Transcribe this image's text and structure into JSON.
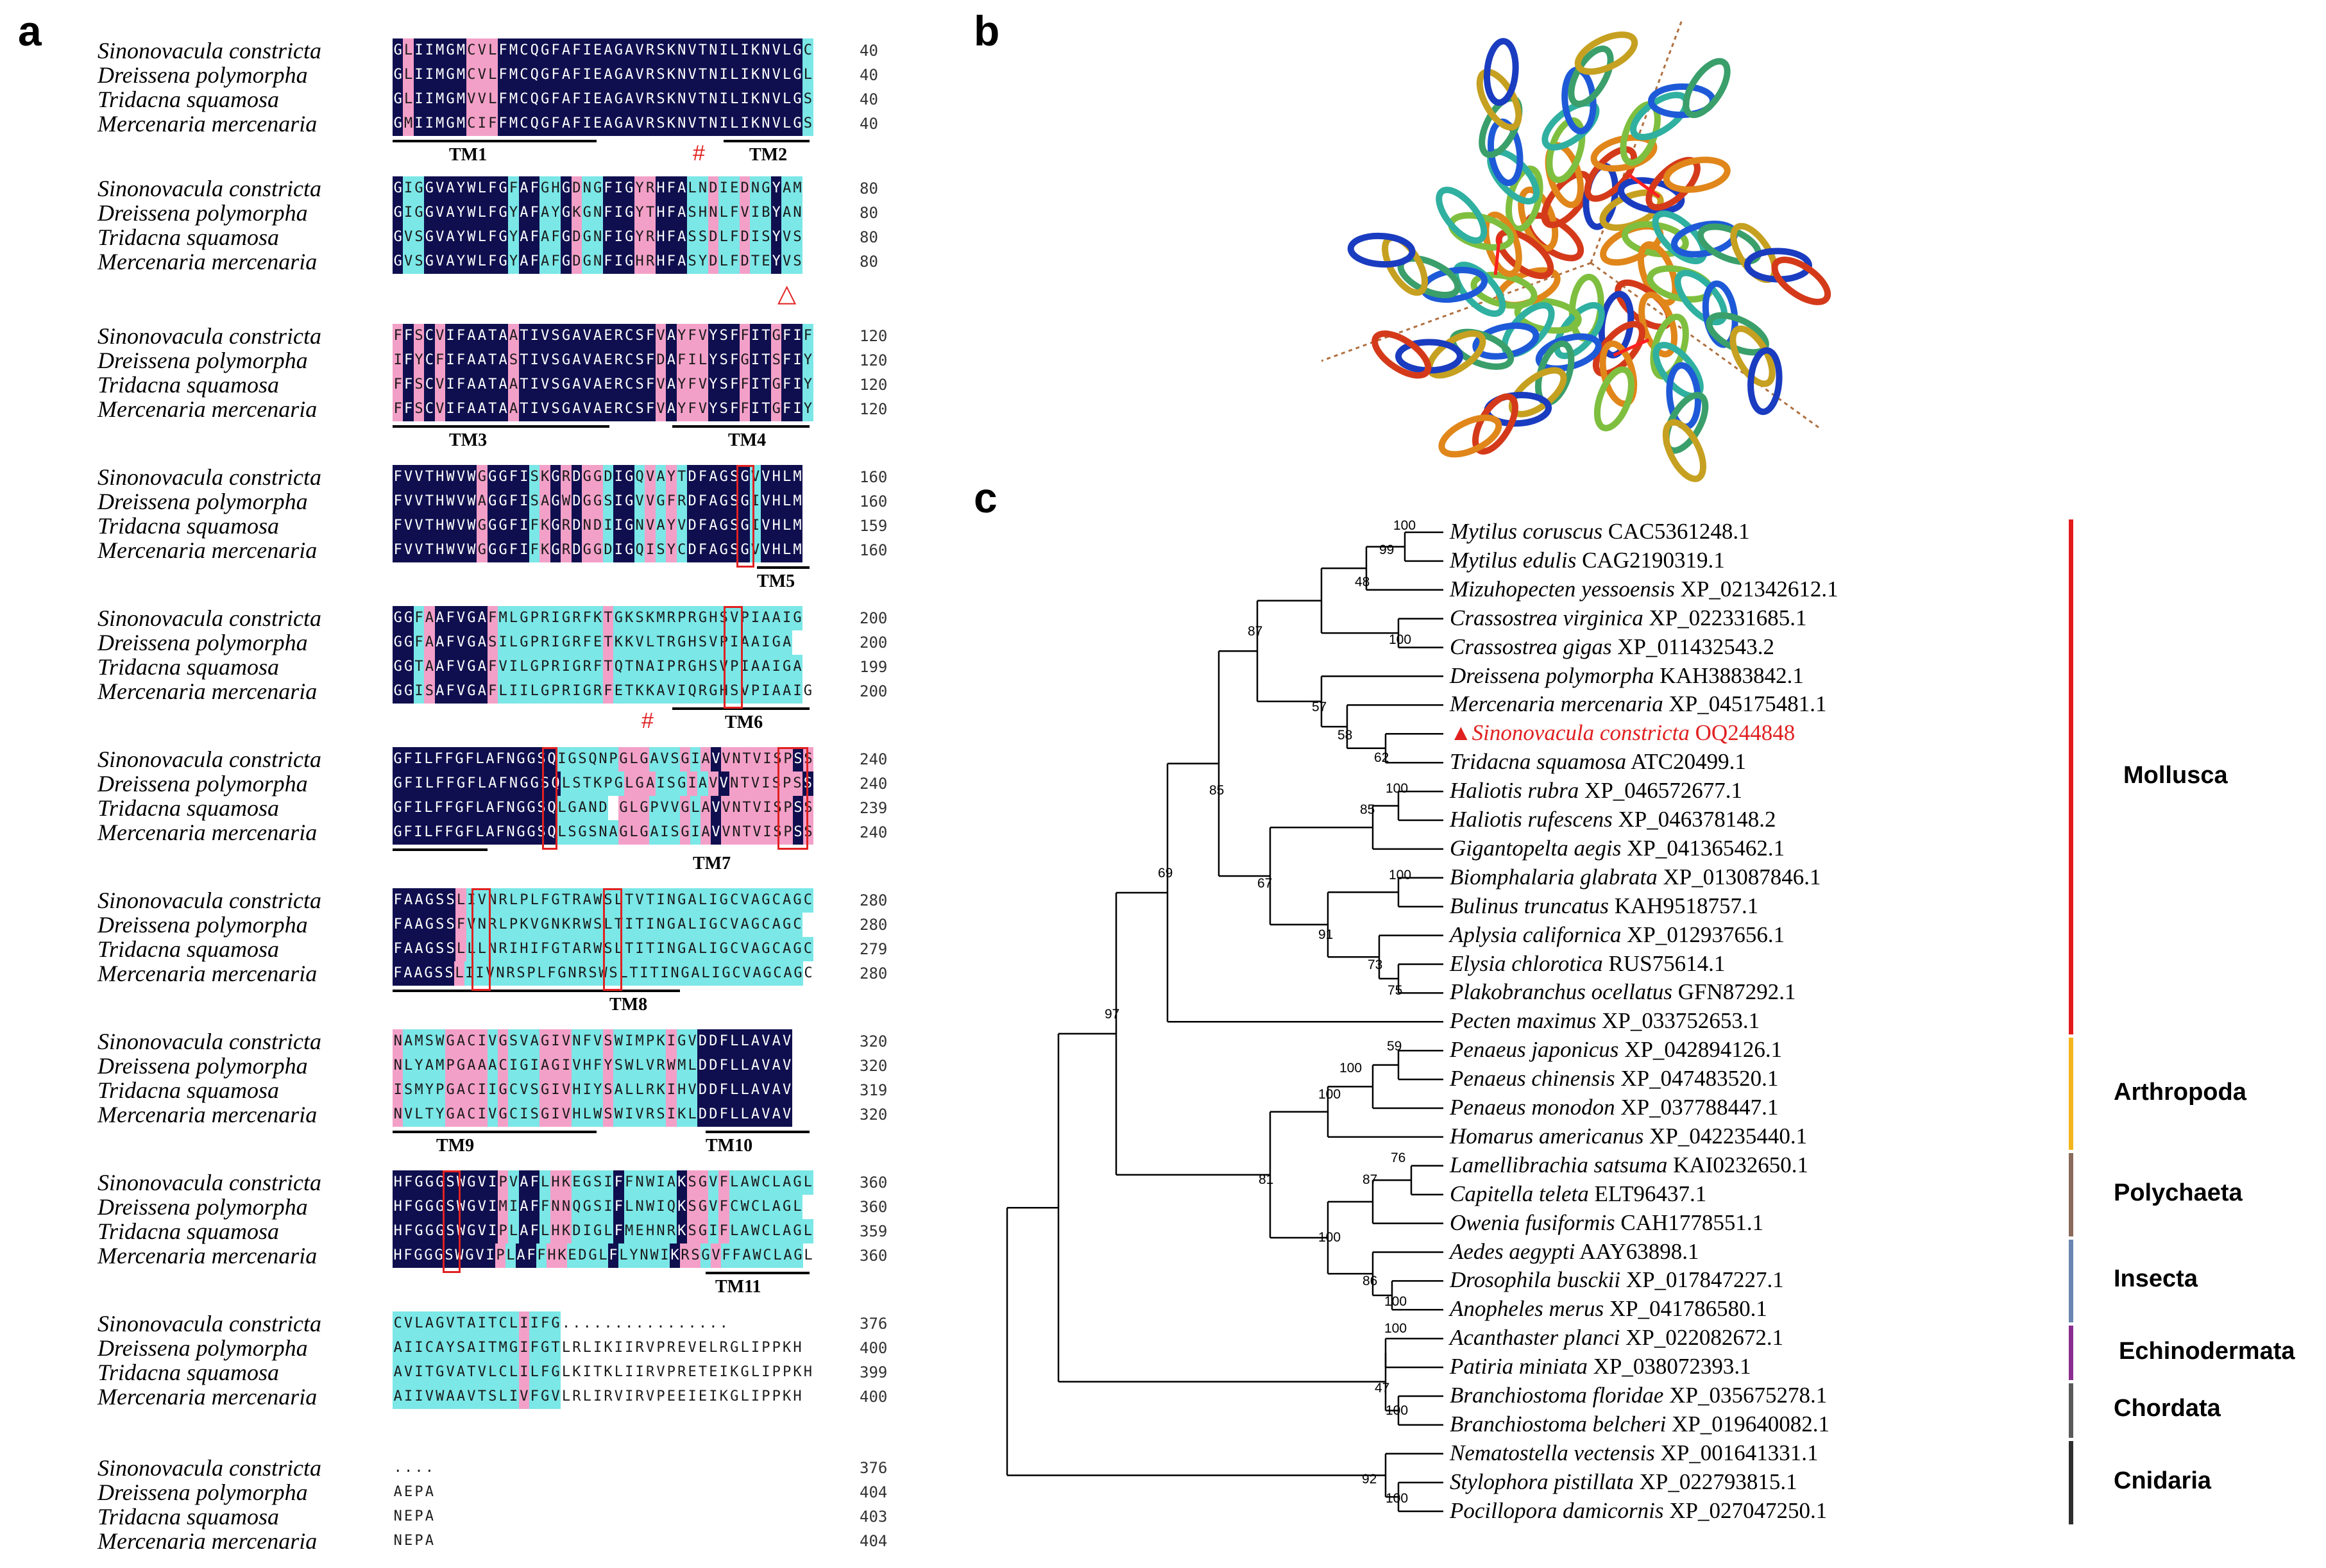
{
  "panels": {
    "a": "a",
    "b": "b",
    "c": "c"
  },
  "alignment": {
    "species": [
      "Sinonovacula constricta",
      "Dreissena polymorpha",
      "Tridacna squamosa",
      "Mercenaria mercenaria"
    ],
    "blocks": [
      {
        "nums": [
          "40",
          "40",
          "40",
          "40"
        ],
        "tm": [
          "TM1",
          "TM2"
        ],
        "marks": [
          "#"
        ],
        "seqs": [
          "GLIIMGMCVLFMCQGFAFIEAGAVRSKNVTNILIKNVLGC",
          "GLIIMGMCVLFMCQGFAFIEAGAVRSKNVTNILIKNVLGL",
          "GLIIMGMVVLFMCQGFAFIEAGAVRSKNVTNILIKNVLGS",
          "GMIIMGMCIFFMCQGFAFIEAGAVRSKNVTNILIKNVLGS"
        ]
      },
      {
        "nums": [
          "80",
          "80",
          "80",
          "80"
        ],
        "tm": [],
        "marks": [
          "△"
        ],
        "seqs": [
          "GIGGVAYWLFGFAFGHGDNGFIGYRHFALNDIEDNGYAM",
          "GIGGVAYWLFGYAFAYGKGNFIGYTHFASHNLFVIBYAN",
          "GVSGVAYWLFGYAFAFGDGNFIGYRHFASSDLFDISYVS",
          "GVSGVAYWLFGYAFAFGDGNFIGHRHFASYDLFDTEYVS"
        ]
      },
      {
        "nums": [
          "120",
          "120",
          "120",
          "120"
        ],
        "tm": [
          "TM3",
          "TM4"
        ],
        "marks": [],
        "seqs": [
          "FFSCVIFAATAATIVSGAVAERCSFVAYFVYSFFITGFIF",
          "IFYCFIFAATASTIVSGAVAERCSFDAFILYSFGITSFIY",
          "FFSCVIFAATAATIVSGAVAERCSFVAYFVYSFFITGFIY",
          "FFSCVIFAATAATIVSGAVAERCSFVAYFVYSFFITGFIY"
        ]
      },
      {
        "nums": [
          "160",
          "160",
          "159",
          "160"
        ],
        "tm": [
          "TM5"
        ],
        "marks": [],
        "seqs": [
          "FVVTHWVWGGGFISKGRDGGDIGQVAYTDFAGSGVVHLM",
          "FVVTHWVWAGGFISAGWDGGSIGVVGFRDFAGSGIVHLM",
          "FVVTHWVWGGGFIFKGRDNDIIGNVAYVDFAGSGIVHLM",
          "FVVTHWVWGGGFIFKGRDGGDIGQISYCDFAGSGVVHLM"
        ]
      },
      {
        "nums": [
          "200",
          "200",
          "199",
          "200"
        ],
        "tm": [
          "TM6"
        ],
        "marks": [
          "#"
        ],
        "seqs": [
          "GGFAAFVGAFMLGPRIGRFKTGKSKMRPRGHSVPIAAIG",
          "GGFAAFVGASILGPRIGRFETKKVLTRGHSVPIAAIGA",
          "GGTAAFVGAFVILGPRIGRFTQTNAIPRGHSVPIAAIGA",
          "GGISAFVGAFLIILGPRIGRFETKKAVIQRGHSVPIAAIG"
        ]
      },
      {
        "nums": [
          "240",
          "240",
          "239",
          "240"
        ],
        "tm": [
          "TM7"
        ],
        "marks": [],
        "seqs": [
          "GFILFFGFLAFNGGSQIGSQNPGLGAVSGIAVVNTVISPSS",
          "GFILFFGFLAFNGGSQLSTKPGLGAISGIAVVNTVISPSS",
          "GFILFFGFLAFNGGSQLGAND GLGPVVGLAVVNTVISPSS",
          "GFILFFGFLAFNGGSQLSGSNAGLGAISGIAVVNTVISPSS"
        ]
      },
      {
        "nums": [
          "280",
          "280",
          "279",
          "280"
        ],
        "tm": [
          "TM8"
        ],
        "marks": [],
        "seqs": [
          "FAAGSSLIVNRLPLFGTRAWSLTVTINGALIGCVAGCAGC",
          "FAAGSSFVNRLPKVGNKRWSLTITINGALIGCVAGCAGC",
          "FAAGSSLLLNRIHIFGTARWSLTITINGALIGCVAGCAGC",
          "FAAGSSLIIVNRSPLFGNRSWSLTITINGALIGCVAGCAGC"
        ]
      },
      {
        "nums": [
          "320",
          "320",
          "319",
          "320"
        ],
        "tm": [
          "TM9",
          "TM10"
        ],
        "marks": [],
        "seqs": [
          "NAMSWGACIVGSVAGIVNFVSWIMPKIGVDDFLLAVAV",
          "NLYAMPGAAACIGIAGIVHFYSWLVRWMLDDFLLAVAV",
          "ISMYPGACIIGCVSGIVHIYSALLRKIHVDDFLLAVAV",
          "NVLTYGACIVGCISGIVHLWSWIVRSIKLDDFLLAVAV"
        ]
      },
      {
        "nums": [
          "360",
          "360",
          "359",
          "360"
        ],
        "tm": [
          "TM11"
        ],
        "marks": [],
        "seqs": [
          "HFGGGSWGVIPVAFLHKEGSIFFNWIAKSGVFLAWCLAGL",
          "HFGGGSWGVIMIAFFNNQGSIFLNWIQKSGVFCWCLAGL",
          "HFGGGSWGVIPLAFLHKDIGLFMEHNRKSGIFLAWCLAGL",
          "HFGGGSWGVIPLAFFHKEDGLFLYNWIKRSGVFFAWCLAGL"
        ]
      },
      {
        "nums": [
          "376",
          "400",
          "399",
          "400"
        ],
        "tm": [],
        "marks": [],
        "seqs": [
          "CVLAGVTAITCLIIFG................",
          "AIICAYSAITMGIFGTLRLIKIIRVPREVELRGLIPPKH",
          "AVITGVATVLCLILFGLKITKLIIRVPRETEIKGLIPPKH",
          "AIIVWAAVTSLIVFGVLRLIRVIRVPEEIEIKGLIPPKH"
        ]
      },
      {
        "nums": [
          "376",
          "404",
          "403",
          "404"
        ],
        "tm": [],
        "marks": [],
        "seqs": [
          "....",
          "AEPA",
          "NEPA",
          "NEPA"
        ]
      }
    ]
  },
  "tree": {
    "leaves": [
      {
        "sp": "Mytilus coruscus",
        "acc": "CAC5361248.1"
      },
      {
        "sp": "Mytilus edulis",
        "acc": "CAG2190319.1"
      },
      {
        "sp": "Mizuhopecten yessoensis",
        "acc": "XP_021342612.1"
      },
      {
        "sp": "Crassostrea virginica",
        "acc": "XP_022331685.1"
      },
      {
        "sp": "Crassostrea gigas",
        "acc": "XP_011432543.2"
      },
      {
        "sp": "Dreissena polymorpha",
        "acc": "KAH3883842.1"
      },
      {
        "sp": "Mercenaria mercenaria",
        "acc": "XP_045175481.1"
      },
      {
        "sp": "▲Sinonovacula constricta",
        "acc": "OQ244848",
        "highlight": true
      },
      {
        "sp": "Tridacna squamosa",
        "acc": "ATC20499.1"
      },
      {
        "sp": "Haliotis rubra",
        "acc": "XP_046572677.1"
      },
      {
        "sp": "Haliotis rufescens",
        "acc": "XP_046378148.2"
      },
      {
        "sp": "Gigantopelta aegis",
        "acc": "XP_041365462.1"
      },
      {
        "sp": "Biomphalaria glabrata",
        "acc": "XP_013087846.1"
      },
      {
        "sp": "Bulinus truncatus",
        "acc": "KAH9518757.1"
      },
      {
        "sp": "Aplysia californica",
        "acc": "XP_012937656.1"
      },
      {
        "sp": "Elysia chlorotica",
        "acc": "RUS75614.1"
      },
      {
        "sp": "Plakobranchus ocellatus",
        "acc": "GFN87292.1"
      },
      {
        "sp": "Pecten maximus",
        "acc": "XP_033752653.1"
      },
      {
        "sp": "Penaeus japonicus",
        "acc": "XP_042894126.1"
      },
      {
        "sp": "Penaeus chinensis",
        "acc": "XP_047483520.1"
      },
      {
        "sp": "Penaeus monodon",
        "acc": "XP_037788447.1"
      },
      {
        "sp": "Homarus americanus",
        "acc": "XP_042235440.1"
      },
      {
        "sp": "Lamellibrachia satsuma",
        "acc": "KAI0232650.1"
      },
      {
        "sp": "Capitella teleta",
        "acc": "ELT96437.1"
      },
      {
        "sp": "Owenia fusiformis",
        "acc": "CAH1778551.1"
      },
      {
        "sp": "Aedes aegypti",
        "acc": "AAY63898.1"
      },
      {
        "sp": "Drosophila busckii",
        "acc": "XP_017847227.1"
      },
      {
        "sp": "Anopheles merus",
        "acc": "XP_041786580.1"
      },
      {
        "sp": "Acanthaster planci",
        "acc": "XP_022082672.1"
      },
      {
        "sp": "Patiria miniata",
        "acc": "XP_038072393.1"
      },
      {
        "sp": "Branchiostoma floridae",
        "acc": "XP_035675278.1"
      },
      {
        "sp": "Branchiostoma belcheri",
        "acc": "XP_019640082.1"
      },
      {
        "sp": "Nematostella vectensis",
        "acc": "XP_001641331.1"
      },
      {
        "sp": "Stylophora pistillata",
        "acc": "XP_022793815.1"
      },
      {
        "sp": "Pocillopora damicornis",
        "acc": "XP_027047250.1"
      }
    ],
    "bootstrap": [
      "100",
      "99",
      "48",
      "100",
      "87",
      "57",
      "58",
      "62",
      "100",
      "85",
      "67",
      "100",
      "91",
      "73",
      "75",
      "85",
      "69",
      "97",
      "59",
      "100",
      "100",
      "76",
      "87",
      "81",
      "100",
      "86",
      "100",
      "100",
      "47",
      "100",
      "92",
      "100"
    ],
    "taxa": [
      {
        "name": "Mollusca",
        "color": "#e31a1c"
      },
      {
        "name": "Arthropoda",
        "color": "#f2b51c"
      },
      {
        "name": "Polychaeta",
        "color": "#8a6a5a"
      },
      {
        "name": "Insecta",
        "color": "#6a86b0"
      },
      {
        "name": "Echinodermata",
        "color": "#8a2d8f"
      },
      {
        "name": "Chordata",
        "color": "#5a5a5a"
      },
      {
        "name": "Cnidaria",
        "color": "#2e2e2e"
      }
    ]
  }
}
